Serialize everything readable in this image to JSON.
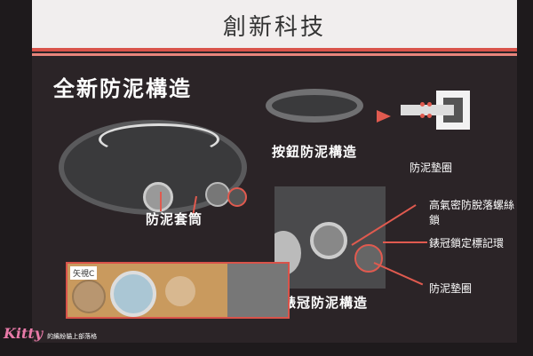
{
  "slide": {
    "title": "創新科技",
    "heading": "全新防泥構造",
    "labels": {
      "sleeve": "防泥套筒",
      "button": "按鈕防泥構造",
      "gasket_top": "防泥墊圈",
      "crown": "錶冠防泥構造",
      "screw_lock": "高氣密防脫落螺絲鎖",
      "crown_mark": "錶冠鎖定標記環",
      "gasket_bottom": "防泥墊圈"
    },
    "photo_caption": "矢視C"
  },
  "watermark": {
    "logo": "Kitty",
    "tagline": "的繽紛貓上部落格"
  },
  "colors": {
    "accent": "#e05a4f",
    "slide_bg": "#2b2427"
  }
}
